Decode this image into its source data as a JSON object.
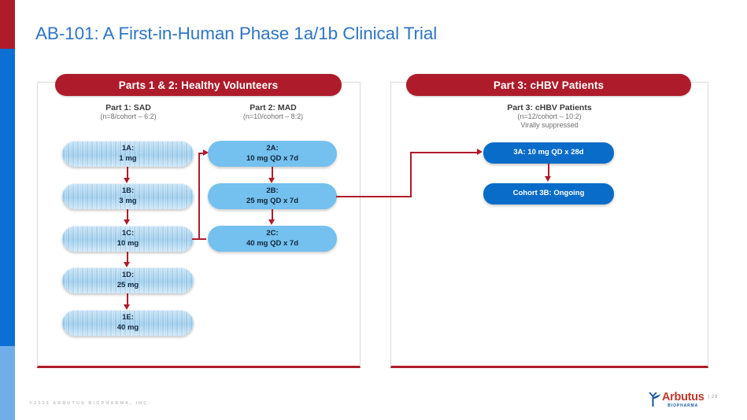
{
  "slide": {
    "title": "AB-101: A First-in-Human Phase 1a/1b Clinical Trial",
    "page_number": "| 29"
  },
  "colors": {
    "brand_red": "#AE1C2B",
    "brand_blue": "#0B6FD4",
    "light_blue": "#6FAEE8",
    "title_blue": "#2E75C6",
    "chbv_box_blue": "#0A6CC9",
    "mad_capsule_blue": "#74C0EE",
    "sad_capsule_blue": "#ABD3EE"
  },
  "panels": {
    "left": {
      "banner": "Parts 1 & 2: Healthy Volunteers",
      "columns": [
        {
          "title": "Part 1: SAD",
          "subtitle": "(n=8/cohort – 6:2)",
          "nodes": [
            {
              "line1": "1A:",
              "line2": "1 mg"
            },
            {
              "line1": "1B:",
              "line2": "3 mg"
            },
            {
              "line1": "1C:",
              "line2": "10 mg"
            },
            {
              "line1": "1D:",
              "line2": "25 mg"
            },
            {
              "line1": "1E:",
              "line2": "40 mg"
            }
          ]
        },
        {
          "title": "Part 2: MAD",
          "subtitle": "(n=10/cohort – 8:2)",
          "nodes": [
            {
              "line1": "2A:",
              "line2": "10 mg QD x 7d"
            },
            {
              "line1": "2B:",
              "line2": "25 mg QD x 7d"
            },
            {
              "line1": "2C:",
              "line2": "40 mg QD x 7d"
            }
          ]
        }
      ]
    },
    "right": {
      "banner": "Part 3: cHBV Patients",
      "column": {
        "title": "Part 3: cHBV Patients",
        "subtitle": "(n=12/cohort – 10:2)",
        "subtitle2": "Virally suppressed",
        "nodes": [
          {
            "label": "3A: 10 mg QD x 28d"
          },
          {
            "label": "Cohort 3B: Ongoing"
          }
        ]
      }
    }
  },
  "footer": {
    "copyright": "©2025 ARBUTUS BIOPHARMA, INC.",
    "logo_word": "Arbutus",
    "logo_sub": "BIOPHARMA"
  }
}
